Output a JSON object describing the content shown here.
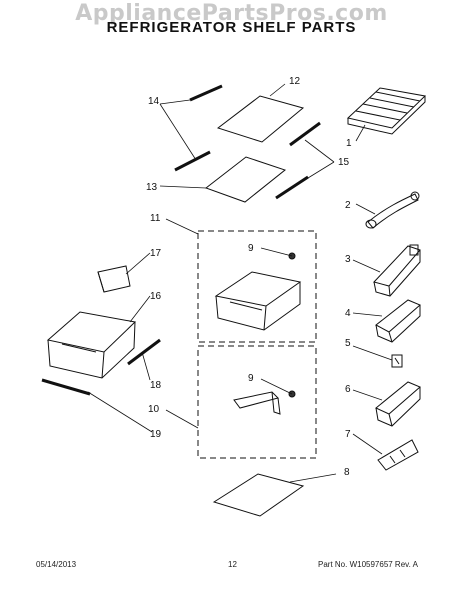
{
  "watermark": "AppliancePartsPros.com",
  "title": "REFRIGERATOR SHELF PARTS",
  "callouts": {
    "c1": "1",
    "c2": "2",
    "c3": "3",
    "c4": "4",
    "c5": "5",
    "c6": "6",
    "c7": "7",
    "c8": "8",
    "c9a": "9",
    "c9b": "9",
    "c10": "10",
    "c11": "11",
    "c12": "12",
    "c13": "13",
    "c14": "14",
    "c15": "15",
    "c16": "16",
    "c17": "17",
    "c18": "18",
    "c19": "19"
  },
  "footer": {
    "date": "05/14/2013",
    "page": "12",
    "part_no": "Part No. W10597657  Rev. A"
  }
}
